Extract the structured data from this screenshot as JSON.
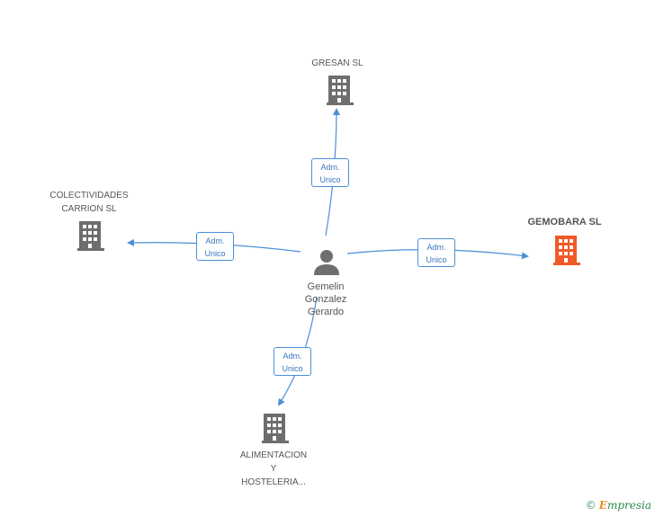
{
  "colors": {
    "edge": "#4a90d9",
    "building": "#6e6e6e",
    "building_highlight": "#f05a28",
    "person": "#6e6e6e"
  },
  "person": {
    "name": "Gemelin\nGonzalez\nGerardo",
    "icon": "person-icon"
  },
  "companies": [
    {
      "id": "gresan",
      "name": "GRESAN SL",
      "icon": "building-icon",
      "highlight": false
    },
    {
      "id": "colectividades",
      "name": "COLECTIVIDADES\nCARRION SL",
      "icon": "building-icon",
      "highlight": false
    },
    {
      "id": "gemobara",
      "name": "GEMOBARA SL",
      "icon": "building-icon",
      "highlight": true
    },
    {
      "id": "alimentacion",
      "name": "ALIMENTACION\nY\nHOSTELERIA...",
      "icon": "building-icon",
      "highlight": false
    }
  ],
  "edges": [
    {
      "to": "gresan",
      "role_line1": "Adm.",
      "role_line2": "Unico"
    },
    {
      "to": "colectividades",
      "role_line1": "Adm.",
      "role_line2": "Unico"
    },
    {
      "to": "gemobara",
      "role_line1": "Adm.",
      "role_line2": "Unico"
    },
    {
      "to": "alimentacion",
      "role_line1": "Adm.",
      "role_line2": "Unico"
    }
  ],
  "brand": {
    "copyright": "©",
    "first_letter": "E",
    "rest": "mpresia"
  }
}
